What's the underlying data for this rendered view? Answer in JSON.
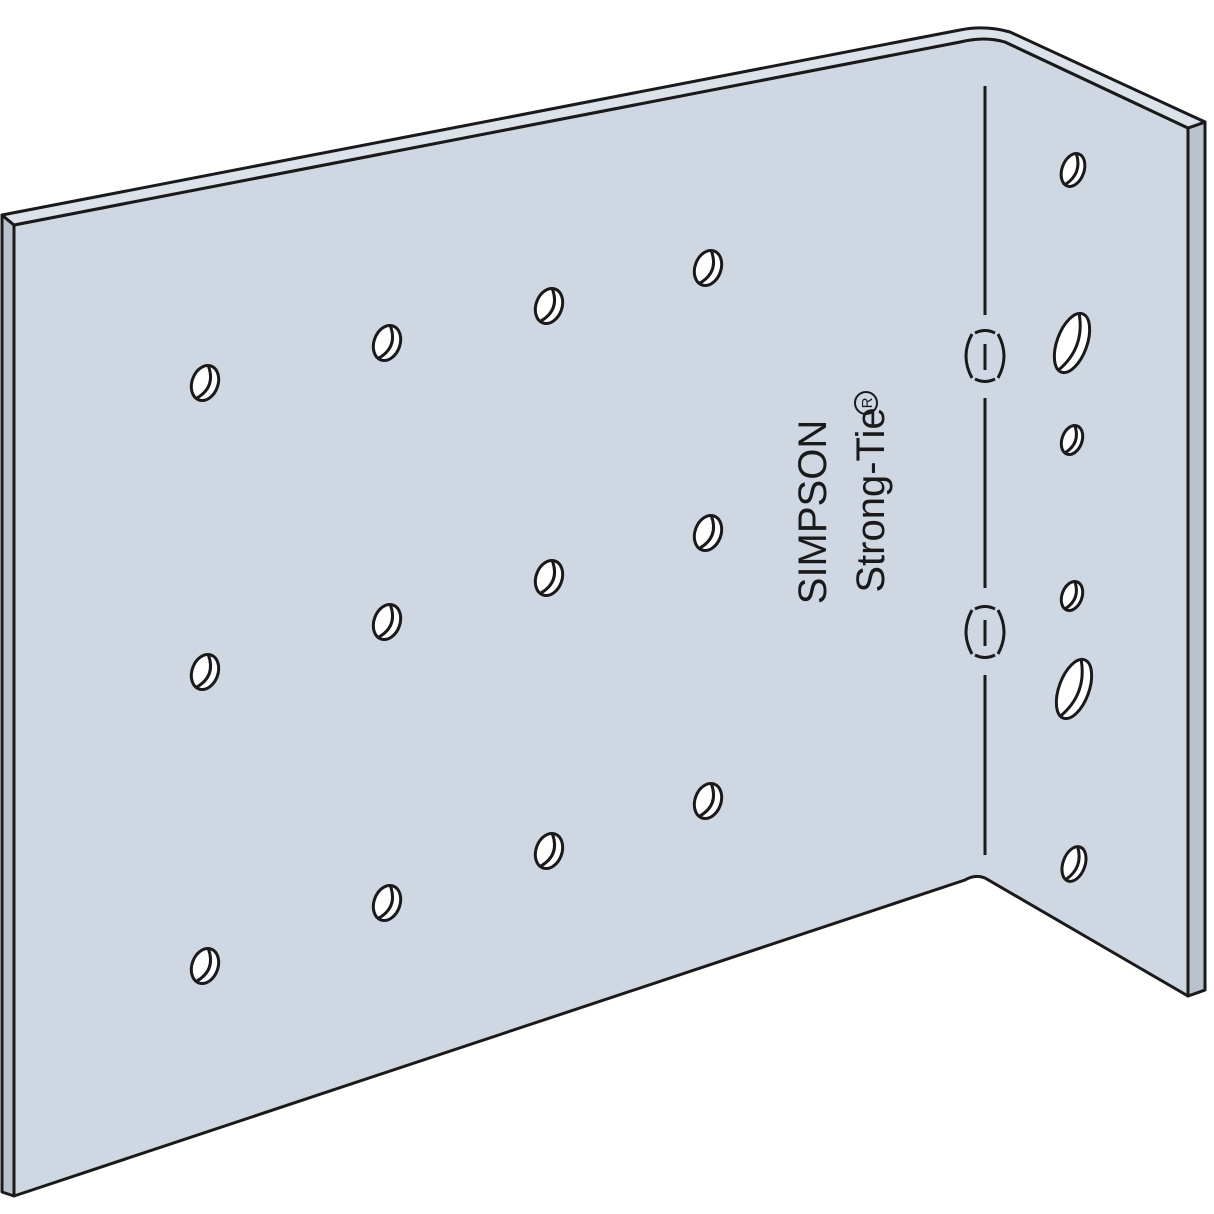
{
  "image": {
    "subject": "angle bracket connector with fastener holes",
    "colors": {
      "plate_fill": "#cfd8e2",
      "edge_fill": "#b9c3ce",
      "outline": "#1a1a1a",
      "background": "#ffffff"
    }
  },
  "stamp": {
    "brand_line_1": "SIMPSON",
    "brand_line_2": "Strong-Tie",
    "registered_mark": "R"
  }
}
